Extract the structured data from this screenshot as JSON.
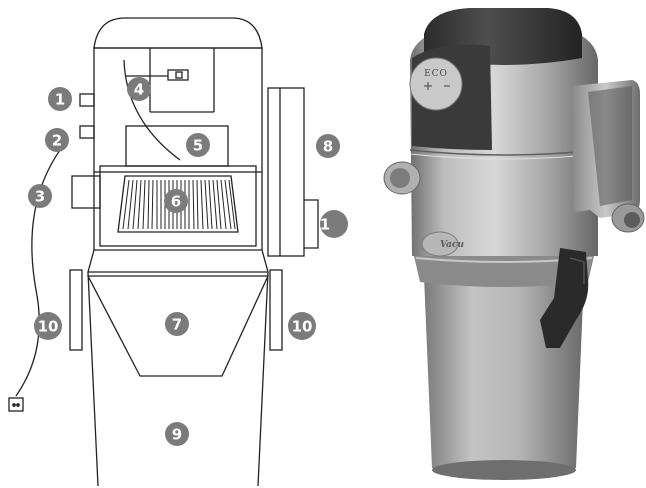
{
  "callouts": [
    {
      "id": "1",
      "label": "1"
    },
    {
      "id": "2",
      "label": "2"
    },
    {
      "id": "3",
      "label": "3"
    },
    {
      "id": "4",
      "label": "4"
    },
    {
      "id": "5",
      "label": "5"
    },
    {
      "id": "6",
      "label": "6"
    },
    {
      "id": "7",
      "label": "7"
    },
    {
      "id": "8",
      "label": "8"
    },
    {
      "id": "9",
      "label": "9"
    },
    {
      "id": "10a",
      "label": "10"
    },
    {
      "id": "10b",
      "label": "10"
    },
    {
      "id": "11",
      "label": "1"
    }
  ],
  "photo": {
    "panel_label": "ECO",
    "brand_label": "Vacu"
  },
  "colors": {
    "callout": "#7b7b7b",
    "outline": "#222222",
    "body_silver": "#a9a9a9",
    "cap_dark": "#3a3a3a"
  }
}
